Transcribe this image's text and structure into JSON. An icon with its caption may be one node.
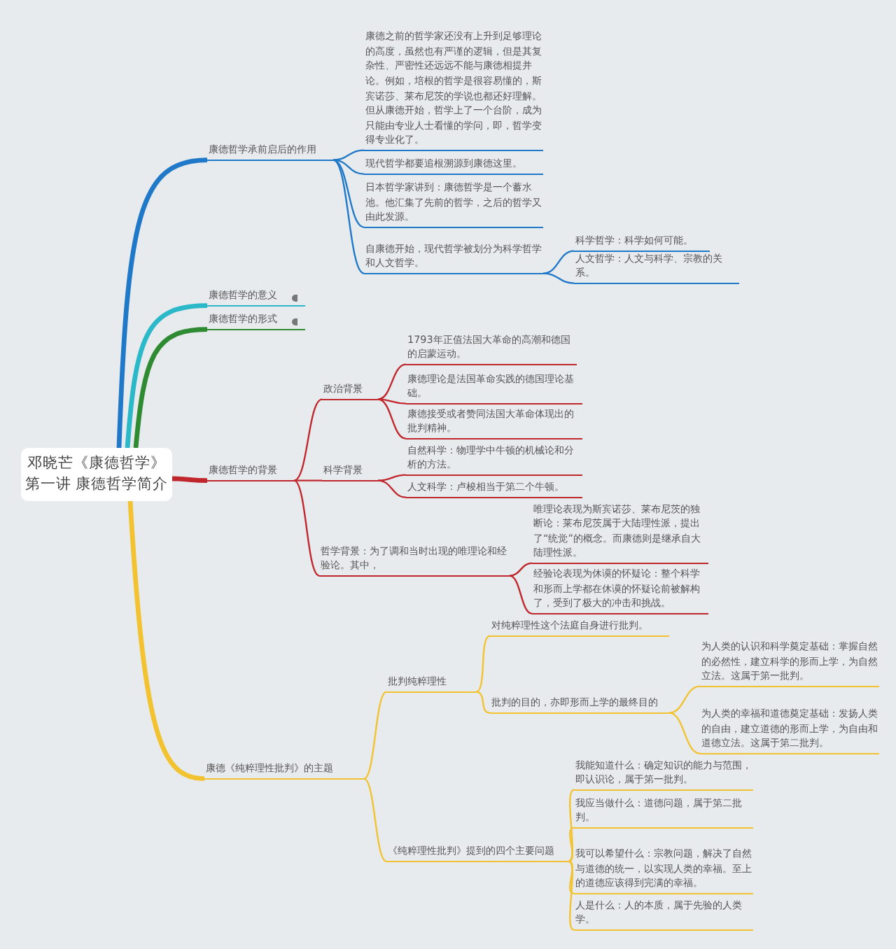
{
  "diagram": {
    "nodes": [
      {
        "text": [
          "邓晓芒《康德哲学》第一讲 康德哲学简介"
        ]
      },
      {
        "text": [
          "康德哲学承前启后的作用"
        ]
      },
      {
        "text": [
          "康德之前的哲学家还没有上升到足够理论的高度，虽然也有严谨的逻辑，但是其复杂性、严密性还远远不能与康德相提并论。例如，培根的哲学是很容易懂的，斯宾诺莎、莱布尼茨的学说也都还好理解。但从康德开始，哲学上了一个台阶，成为只能由专业人士看懂的学问，即，哲学变得专业化了。"
        ]
      },
      {
        "text": [
          "现代哲学都要追根溯源到康德这里。"
        ]
      },
      {
        "text": [
          "日本哲学家讲到：康德哲学是一个蓄水池。他汇集了先前的哲学，之后的哲学又由此发源。"
        ]
      },
      {
        "text": [
          "自康德开始，现代哲学被划分为科学哲学和人文哲学。"
        ]
      },
      {
        "text": [
          "科学哲学：科学如何可能。"
        ]
      },
      {
        "text": [
          "人文哲学：人文与科学、宗教的关系。"
        ]
      },
      {
        "text": [
          "康德哲学的意义"
        ]
      },
      {
        "text": [
          "康德哲学的形式"
        ]
      },
      {
        "text": [
          "康德哲学的背景"
        ]
      },
      {
        "text": [
          "政治背景"
        ]
      },
      {
        "text": [
          "1793年正值法国大革命的高潮和德国的启蒙运动。"
        ]
      },
      {
        "text": [
          "康德理论是法国革命实践的德国理论基础。"
        ]
      },
      {
        "text": [
          "康德接受或者赞同法国大革命体现出的批判精神。"
        ]
      },
      {
        "text": [
          "科学背景"
        ]
      },
      {
        "text": [
          "自然科学：物理学中牛顿的机械论和分析的方法。"
        ]
      },
      {
        "text": [
          "人文科学：卢梭相当于第二个牛顿。"
        ]
      },
      {
        "text": [
          "哲学背景：为了调和当时出现的唯理论和经验论。其中，"
        ]
      },
      {
        "text": [
          "唯理论表现为斯宾诺莎、莱布尼茨的独断论：莱布尼茨属于大陆理性派，提出了“统觉”的概念。而康德则是继承自大陆理性派。"
        ]
      },
      {
        "text": [
          "经验论表现为休谟的怀疑论：整个科学和形而上学都在休谟的怀疑论前被解构了，受到了极大的冲击和挑战。"
        ]
      },
      {
        "text": [
          "康德《纯粹理性批判》的主题"
        ]
      },
      {
        "text": [
          "批判纯粹理性"
        ]
      },
      {
        "text": [
          "对纯粹理性这个法庭自身进行批判。"
        ]
      },
      {
        "text": [
          "批判的目的，亦即形而上学的最终目的"
        ]
      },
      {
        "text": [
          "为人类的认识和科学奠定基础：掌握自然的必然性，建立科学的形而上学，为自然立法。这属于第一批判。"
        ]
      },
      {
        "text": [
          "为人类的幸福和道德奠定基础：发扬人类的自由，建立道德的形而上学，为自由和道德立法。这属于第二批判。"
        ]
      },
      {
        "text": [
          "《纯粹理性批判》提到的四个主要问题"
        ]
      },
      {
        "text": [
          "我能知道什么：确定知识的能力与范围，即认识论，属于第一批判。"
        ]
      },
      {
        "text": [
          "我应当做什么：道德问题，属于第二批判。"
        ]
      },
      {
        "text": [
          "我可以希望什么：宗教问题，解决了自然与道德的统一，以实现人类的幸福。至上的道德应该得到完满的幸福。"
        ]
      },
      {
        "text": [
          "人是什么：人的本质，属于先验的人类学。"
        ]
      }
    ],
    "edges": [
      {
        "from": 0,
        "to": 1,
        "arrow": "none",
        "style": "thick",
        "color": "#1f78c8"
      },
      {
        "from": 1,
        "to": 2,
        "arrow": "none",
        "color": "#1f78c8"
      },
      {
        "from": 1,
        "to": 3,
        "arrow": "none",
        "color": "#1f78c8"
      },
      {
        "from": 1,
        "to": 4,
        "arrow": "none",
        "color": "#1f78c8"
      },
      {
        "from": 1,
        "to": 5,
        "arrow": "none",
        "color": "#1f78c8"
      },
      {
        "from": 5,
        "to": 6,
        "arrow": "none",
        "color": "#1f78c8"
      },
      {
        "from": 5,
        "to": 7,
        "arrow": "none",
        "color": "#1f78c8"
      },
      {
        "from": 0,
        "to": 8,
        "arrow": "none",
        "style": "thick",
        "color": "#2bb8c9"
      },
      {
        "from": 0,
        "to": 9,
        "arrow": "none",
        "style": "thick",
        "color": "#2e8b32"
      },
      {
        "from": 0,
        "to": 10,
        "arrow": "none",
        "style": "thick",
        "color": "#c0272d"
      },
      {
        "from": 10,
        "to": 11,
        "arrow": "none",
        "color": "#c0272d"
      },
      {
        "from": 11,
        "to": 12,
        "arrow": "none",
        "color": "#c0272d"
      },
      {
        "from": 11,
        "to": 13,
        "arrow": "none",
        "color": "#c0272d"
      },
      {
        "from": 11,
        "to": 14,
        "arrow": "none",
        "color": "#c0272d"
      },
      {
        "from": 10,
        "to": 15,
        "arrow": "none",
        "color": "#c0272d"
      },
      {
        "from": 15,
        "to": 16,
        "arrow": "none",
        "color": "#c0272d"
      },
      {
        "from": 15,
        "to": 17,
        "arrow": "none",
        "color": "#c0272d"
      },
      {
        "from": 10,
        "to": 18,
        "arrow": "none",
        "color": "#c0272d"
      },
      {
        "from": 18,
        "to": 19,
        "arrow": "none",
        "color": "#c0272d"
      },
      {
        "from": 18,
        "to": 20,
        "arrow": "none",
        "color": "#c0272d"
      },
      {
        "from": 0,
        "to": 21,
        "arrow": "none",
        "style": "thick",
        "color": "#f2c230"
      },
      {
        "from": 21,
        "to": 22,
        "arrow": "none",
        "color": "#f2c230"
      },
      {
        "from": 22,
        "to": 23,
        "arrow": "none",
        "color": "#f2c230"
      },
      {
        "from": 22,
        "to": 24,
        "arrow": "none",
        "color": "#f2c230"
      },
      {
        "from": 24,
        "to": 25,
        "arrow": "none",
        "color": "#f2c230"
      },
      {
        "from": 24,
        "to": 26,
        "arrow": "none",
        "color": "#f2c230"
      },
      {
        "from": 21,
        "to": 27,
        "arrow": "none",
        "color": "#f2c230"
      },
      {
        "from": 27,
        "to": 28,
        "arrow": "none",
        "color": "#f2c230"
      },
      {
        "from": 27,
        "to": 29,
        "arrow": "none",
        "color": "#f2c230"
      },
      {
        "from": 27,
        "to": 30,
        "arrow": "none",
        "color": "#f2c230"
      },
      {
        "from": 27,
        "to": 31,
        "arrow": "none",
        "color": "#f2c230"
      }
    ]
  }
}
